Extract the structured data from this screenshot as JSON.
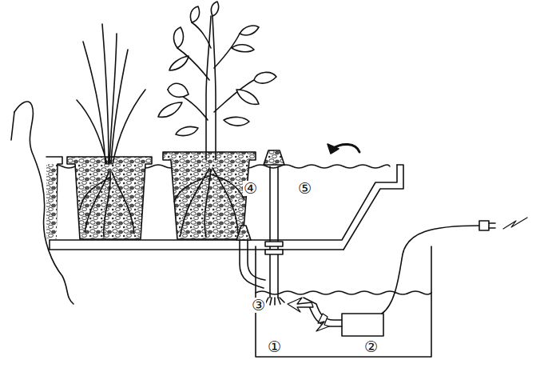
{
  "diagram": {
    "labels": [
      "④",
      "⑤",
      "③",
      "①",
      "②"
    ]
  }
}
